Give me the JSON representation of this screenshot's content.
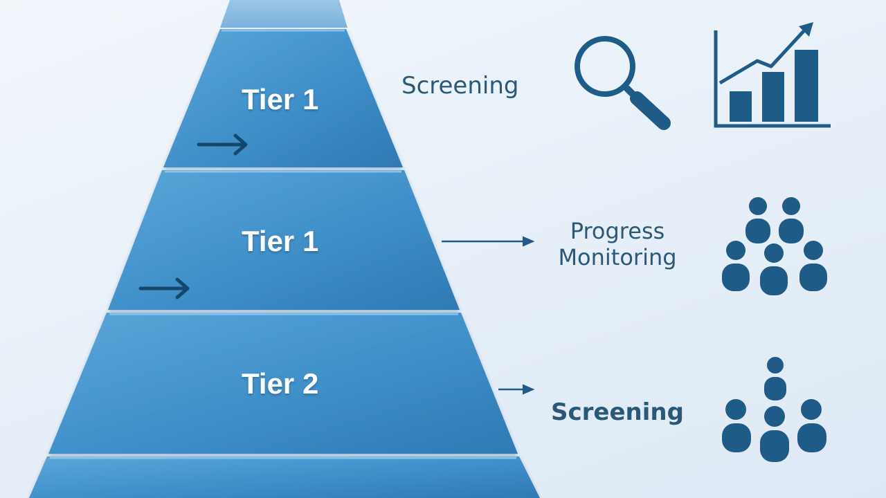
{
  "pyramid": {
    "tiers": [
      {
        "label": "Tier 1"
      },
      {
        "label": "Tier 1"
      },
      {
        "label": "Tier 2"
      }
    ]
  },
  "side_labels": {
    "top": "Screening",
    "middle": [
      "Progress",
      "Monitoring"
    ],
    "bottom": "Screening"
  },
  "icons": {
    "top": [
      "magnifying-glass-icon",
      "bar-chart-growth-icon"
    ],
    "middle": "people-group-icon",
    "bottom": "people-group-icon"
  },
  "colors": {
    "tier_fill": "#3f8fc8",
    "tier_fill_dark": "#2f79b3",
    "icon": "#1e5b86",
    "label_text": "#2b5877",
    "connector": "#1f5a88"
  }
}
